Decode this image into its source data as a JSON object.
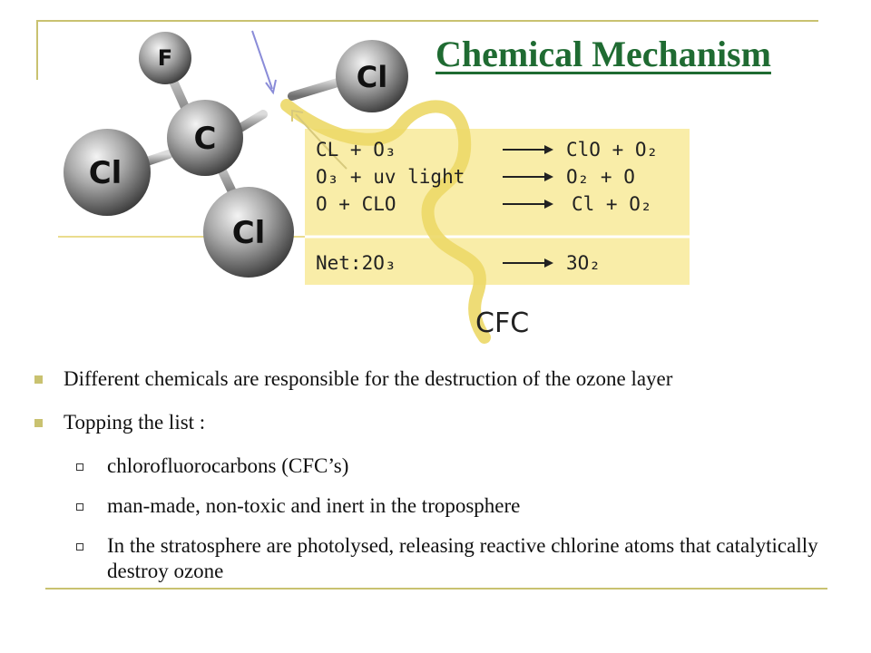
{
  "slide": {
    "title": "Chemical Mechanism",
    "bullets": [
      {
        "text": "Different chemicals are  responsible for the destruction of the ozone layer",
        "level": 1
      },
      {
        "text": "Topping the list :",
        "level": 1
      },
      {
        "text": "chlorofluorocarbons (CFC’s)",
        "level": 2
      },
      {
        "text": "man-made, non-toxic and inert in the troposphere",
        "level": 2
      },
      {
        "text": "In the stratosphere are photolysed, releasing reactive chlorine atoms that catalytically destroy ozone",
        "level": 2
      }
    ]
  },
  "diagram": {
    "atoms": {
      "f": "F",
      "c": "C",
      "cl_left": "Cl",
      "cl_bottom": "Cl",
      "cl_free": "Cl"
    },
    "reactions": [
      {
        "left": "CL + O₃",
        "right": "ClO + O₂"
      },
      {
        "left": "O₃ + uv light",
        "right": "O₂ + O"
      },
      {
        "left": "O + CLO",
        "right": "Cl + O₂"
      }
    ],
    "net": {
      "left": "Net:2O₃",
      "right": "3O₂"
    },
    "cfc_label": "CFC",
    "colors": {
      "panel": "#f9eda8",
      "wave": "#ecd867",
      "atom": "#909090",
      "arrow": "#8a8cd8",
      "title": "#1f6b32"
    }
  }
}
